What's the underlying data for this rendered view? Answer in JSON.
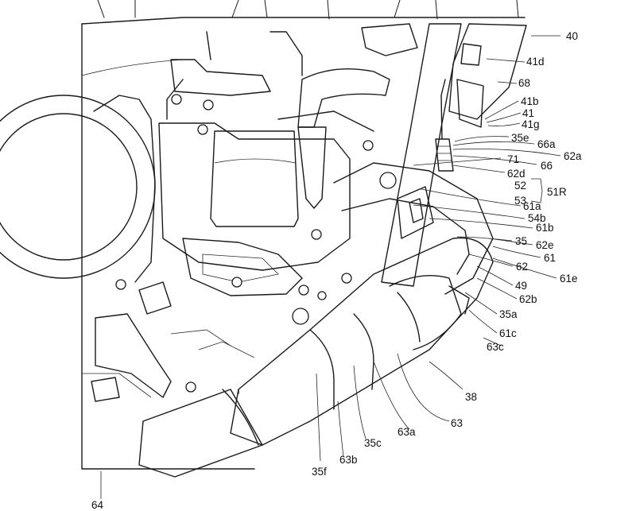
{
  "figure": {
    "reference_labels": [
      "40",
      "41d",
      "68",
      "41b",
      "41",
      "41g",
      "35e",
      "66a",
      "62a",
      "66",
      "71",
      "62d",
      "52",
      "53",
      "51R",
      "61a",
      "54b",
      "61b",
      "35",
      "62e",
      "61",
      "62",
      "49",
      "61e",
      "62b",
      "35a",
      "61c",
      "63c",
      "38",
      "63",
      "63a",
      "35c",
      "63b",
      "35f",
      "64"
    ]
  },
  "labels": {
    "l40": "40",
    "l41d": "41d",
    "l68": "68",
    "l41b": "41b",
    "l41": "41",
    "l41g": "41g",
    "l35e": "35e",
    "l66a": "66a",
    "l62a": "62a",
    "l66": "66",
    "l71": "71",
    "l62d": "62d",
    "l52": "52",
    "l53": "53",
    "l51R": "51R",
    "l61a": "61a",
    "l54b": "54b",
    "l61b": "61b",
    "l35": "35",
    "l62e": "62e",
    "l61": "61",
    "l62": "62",
    "l49": "49",
    "l61e": "61e",
    "l62b": "62b",
    "l35a": "35a",
    "l61c": "61c",
    "l63c": "63c",
    "l38": "38",
    "l63": "63",
    "l63a": "63a",
    "l35c": "35c",
    "l63b": "63b",
    "l35f": "35f",
    "l64": "64"
  }
}
